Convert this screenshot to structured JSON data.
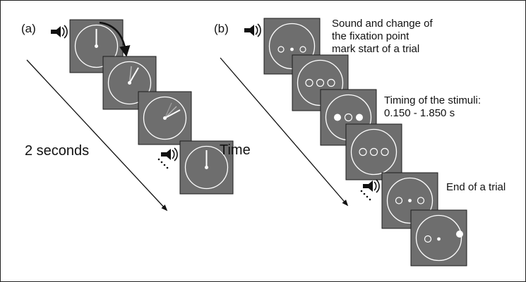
{
  "panel_a": {
    "label": "(a)",
    "duration_label": "2 seconds"
  },
  "panel_b": {
    "label": "(b)",
    "time_label": "Time",
    "annotation_start": [
      "Sound and change of",
      "the fixation point",
      "mark start of a trial"
    ],
    "annotation_timing": [
      "Timing of the stimuli:",
      "0.150 - 1.850 s"
    ],
    "annotation_end": "End of a trial"
  },
  "colors": {
    "frame_fill": "#6e6e6e",
    "frame_stroke": "#1c1c1c",
    "figure_white": "#ffffff",
    "speaker": "#111111",
    "border": "#222222"
  },
  "icons": [
    "speaker-icon",
    "curved-arrow-icon",
    "clock-hand-icon",
    "fixation-dot-icon",
    "stimulus-circle-icon"
  ]
}
